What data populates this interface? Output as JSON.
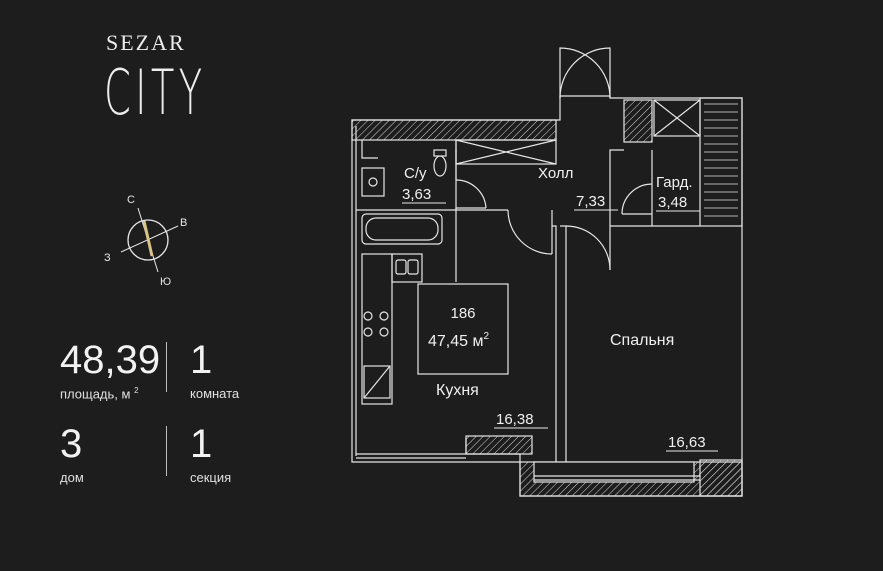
{
  "brand": {
    "line1": "SEZAR",
    "line2": "CITY"
  },
  "compass": {
    "n": "С",
    "e": "В",
    "s": "Ю",
    "w": "З"
  },
  "stats": {
    "area": {
      "value": "48,39",
      "label": "площадь, м",
      "unit_sup": "2"
    },
    "rooms": {
      "value": "1",
      "label": "комната"
    },
    "house": {
      "value": "3",
      "label": "дом"
    },
    "section": {
      "value": "1",
      "label": "секция"
    }
  },
  "plan": {
    "apartment_number": "186",
    "total_area": "47,45 м",
    "total_area_sup": "2",
    "rooms": {
      "bathroom": {
        "name": "С/у",
        "area": "3,63"
      },
      "hall": {
        "name": "Холл",
        "area": "7,33"
      },
      "wardrobe": {
        "name": "Гард.",
        "area": "3,48"
      },
      "kitchen": {
        "name": "Кухня",
        "area": "16,38"
      },
      "bedroom": {
        "name": "Спальня",
        "area": "16,63"
      }
    }
  },
  "colors": {
    "background": "#1d1d1d",
    "lines": "#e6e6e6"
  }
}
